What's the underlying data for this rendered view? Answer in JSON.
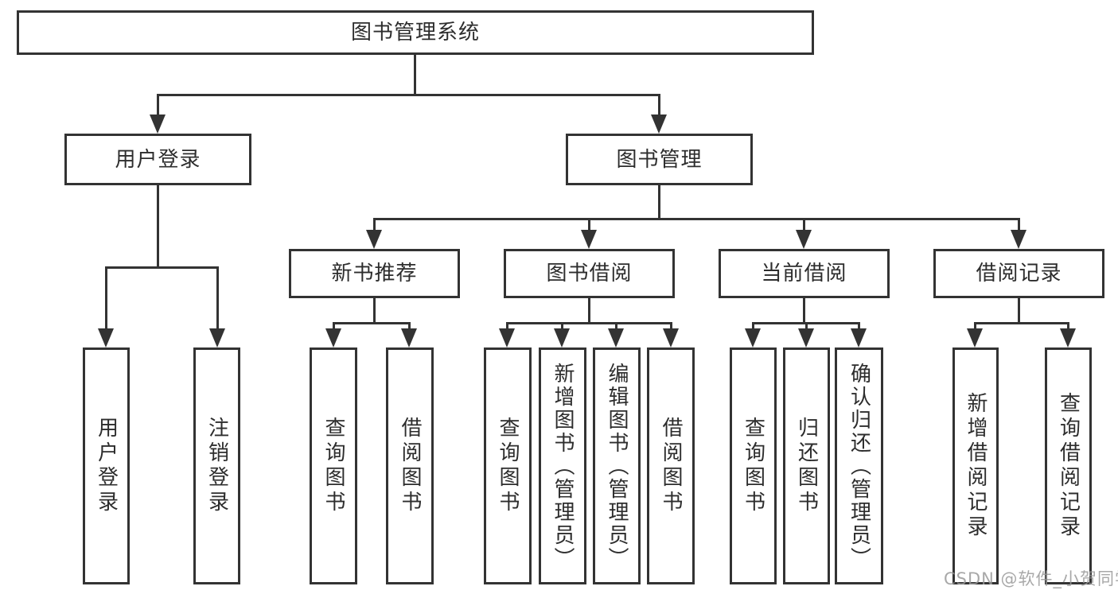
{
  "diagram": {
    "title": "图书管理系统",
    "nodes": {
      "root": {
        "label": "图书管理系统"
      },
      "user_login": {
        "label": "用户登录"
      },
      "book_mgmt": {
        "label": "图书管理"
      },
      "new_book_rec": {
        "label": "新书推荐"
      },
      "book_borrow": {
        "label": "图书借阅"
      },
      "current_borrow": {
        "label": "当前借阅"
      },
      "borrow_records": {
        "label": "借阅记录"
      },
      "user_login_leaf": {
        "label": "用户登录"
      },
      "logout_leaf": {
        "label": "注销登录"
      },
      "nbr_query_books": {
        "label": "查询图书"
      },
      "nbr_borrow_books": {
        "label": "借阅图书"
      },
      "bb_query_books": {
        "label": "查询图书"
      },
      "bb_add_books": {
        "label": "新增图书（管理员）"
      },
      "bb_edit_books": {
        "label": "编辑图书（管理员）"
      },
      "bb_borrow_books": {
        "label": "借阅图书"
      },
      "cb_query_books": {
        "label": "查询图书"
      },
      "cb_return_books": {
        "label": "归还图书"
      },
      "cb_confirm_return": {
        "label": "确认归还（管理员）"
      },
      "br_add_record": {
        "label": "新增借阅记录"
      },
      "br_query_record": {
        "label": "查询借阅记录"
      }
    },
    "edges": [
      [
        "图书管理系统",
        "用户登录"
      ],
      [
        "图书管理系统",
        "图书管理"
      ],
      [
        "用户登录",
        "用户登录"
      ],
      [
        "用户登录",
        "注销登录"
      ],
      [
        "图书管理",
        "新书推荐"
      ],
      [
        "图书管理",
        "图书借阅"
      ],
      [
        "图书管理",
        "当前借阅"
      ],
      [
        "图书管理",
        "借阅记录"
      ],
      [
        "新书推荐",
        "查询图书"
      ],
      [
        "新书推荐",
        "借阅图书"
      ],
      [
        "图书借阅",
        "查询图书"
      ],
      [
        "图书借阅",
        "新增图书（管理员）"
      ],
      [
        "图书借阅",
        "编辑图书（管理员）"
      ],
      [
        "图书借阅",
        "借阅图书"
      ],
      [
        "当前借阅",
        "查询图书"
      ],
      [
        "当前借阅",
        "归还图书"
      ],
      [
        "当前借阅",
        "确认归还（管理员）"
      ],
      [
        "借阅记录",
        "新增借阅记录"
      ],
      [
        "借阅记录",
        "查询借阅记录"
      ]
    ],
    "colors": {
      "line": "#333333",
      "text": "#2d2d2d",
      "background": "#ffffff"
    }
  },
  "watermark": {
    "text": "CSDN @软件_小贺同学",
    "color": "#9a9a9a"
  }
}
